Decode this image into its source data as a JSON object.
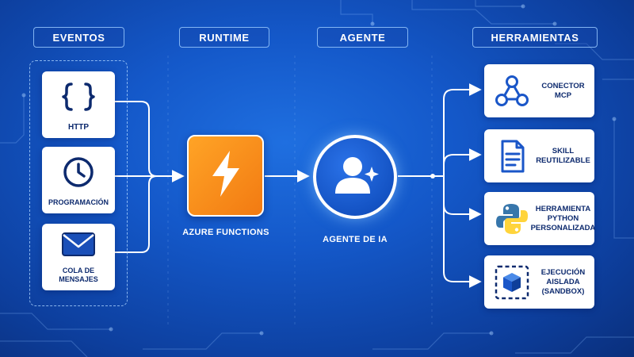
{
  "columns": {
    "eventos": "EVENTOS",
    "runtime": "RUNTIME",
    "agente": "AGENTE",
    "herramientas": "HERRAMIENTAS"
  },
  "events": [
    {
      "label": "HTTP",
      "icon": "curly-braces-icon"
    },
    {
      "label": "PROGRAMACIÓN",
      "icon": "clock-icon"
    },
    {
      "label": "COLA DE\nMENSAJES",
      "icon": "envelope-icon"
    }
  ],
  "runtime": {
    "label": "AZURE FUNCTIONS",
    "icon": "lightning-bolt-icon"
  },
  "agent": {
    "label": "AGENTE DE IA",
    "icon": "user-sparkle-icon"
  },
  "tools": [
    {
      "label": "CONECTOR\nMCP",
      "icon": "network-nodes-icon"
    },
    {
      "label": "SKILL\nREUTILIZABLE",
      "icon": "document-icon"
    },
    {
      "label": "HERRAMIENTA\nPYTHON\nPERSONALIZADA",
      "icon": "python-logo-icon"
    },
    {
      "label": "EJECUCIÓN\nAISLADA\n(SANDBOX)",
      "icon": "sandbox-cube-icon"
    }
  ],
  "colors": {
    "background": "#1458c9",
    "card": "#ffffff",
    "icon_navy": "#0d2a6e",
    "icon_blue": "#1a56c8",
    "azure_orange": "#f7901e",
    "python_blue": "#3776ab",
    "python_yellow": "#ffd43b",
    "connector": "#ffffff"
  }
}
